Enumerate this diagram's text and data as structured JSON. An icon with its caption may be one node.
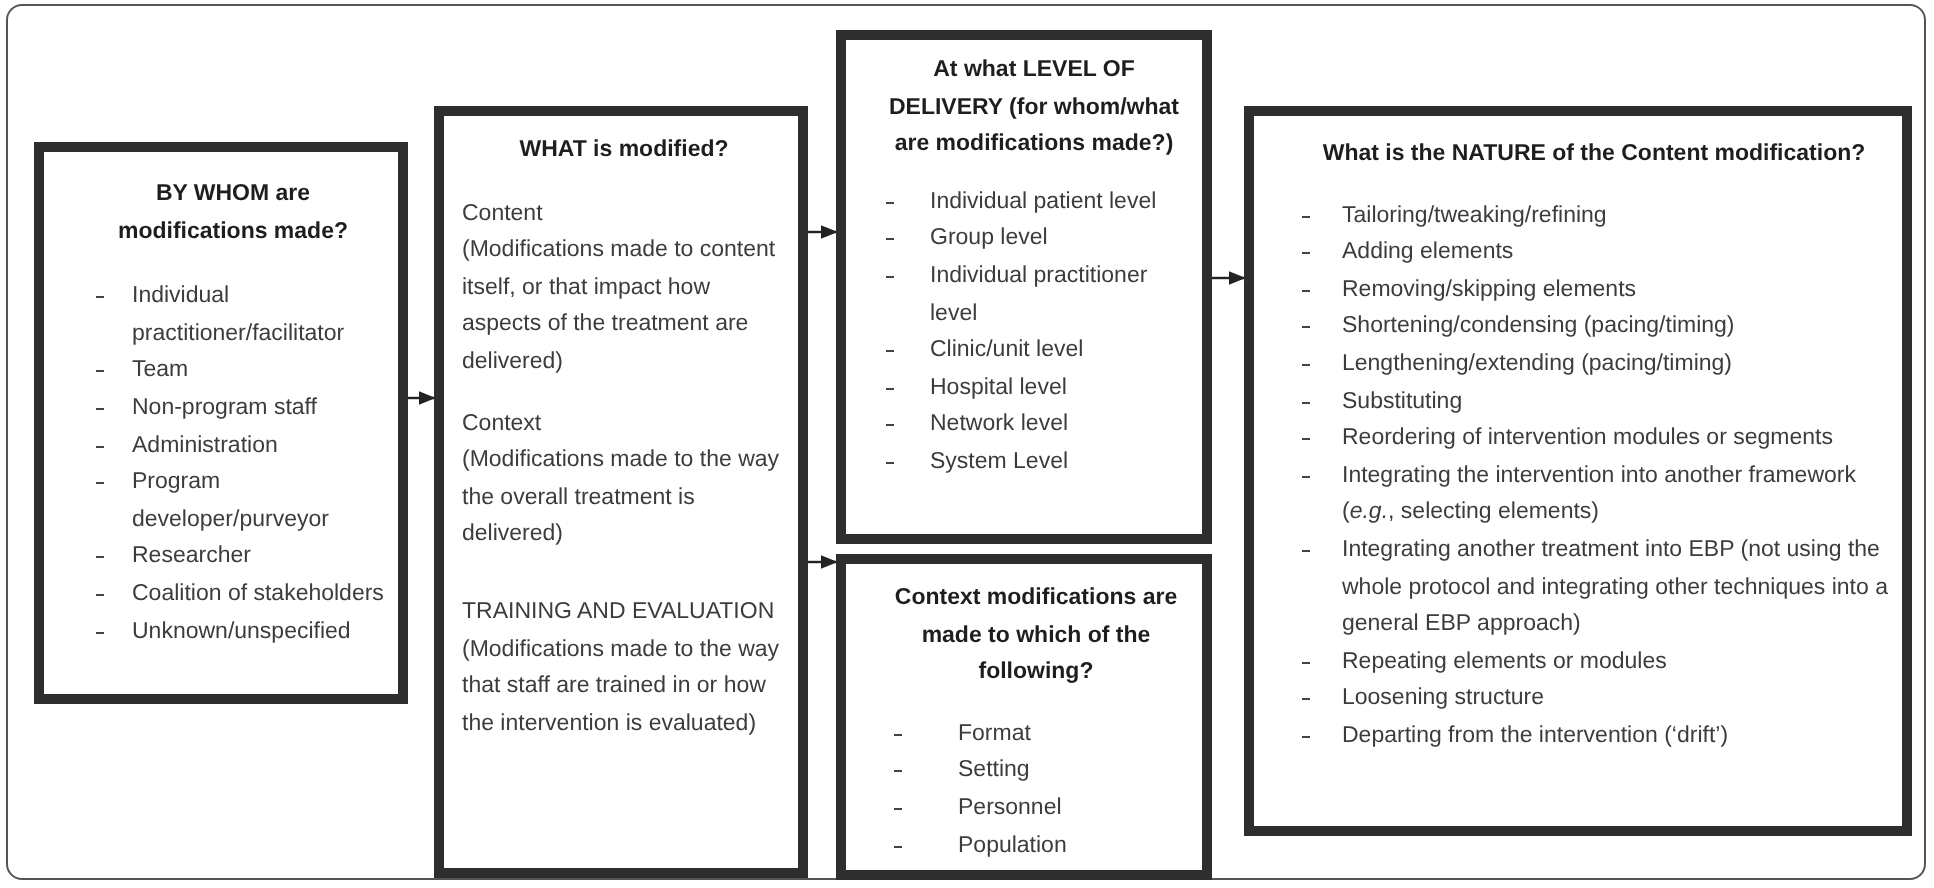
{
  "diagram": {
    "nodes": [
      {
        "text": [
          "BY WHOM are modifications made?",
          "Individual practitioner/facilitator",
          "Team",
          "Non-program staff",
          "Administration",
          "Program developer/purveyor",
          "Researcher",
          "Coalition of stakeholders",
          "Unknown/unspecified"
        ]
      },
      {
        "text": [
          "WHAT is modified?",
          "Content",
          "(Modifications made to content itself, or that impact how aspects of the treatment are delivered)",
          "Context",
          "(Modifications made to the way the overall treatment is delivered)",
          "TRAINING AND EVALUATION",
          "(Modifications made to the way that staff are trained in or how the intervention is evaluated)"
        ]
      },
      {
        "text": [
          "At what LEVEL OF DELIVERY (for whom/what are modifications made?)",
          "Individual patient level",
          "Group level",
          "Individual practitioner level",
          "Clinic/unit level",
          "Hospital level",
          "Network level",
          "System Level"
        ]
      },
      {
        "text": [
          "Context modifications are made to which of the following?",
          "Format",
          "Setting",
          "Personnel",
          "Population"
        ]
      },
      {
        "text": [
          "What is the NATURE of the Content modification?",
          "Tailoring/tweaking/refining",
          "Adding elements",
          "Removing/skipping  elements",
          "Shortening/condensing (pacing/timing)",
          "Lengthening/extending (pacing/timing)",
          "Substituting",
          "Reordering of intervention modules or segments",
          "Integrating the intervention into another framework (*e.g.*, selecting elements)",
          "Integrating another treatment into EBP (not using the whole protocol and integrating other techniques into a general EBP approach)",
          "Repeating elements or modules",
          "Loosening structure",
          "Departing from the intervention (‘drift’)"
        ]
      }
    ],
    "edges": [
      {
        "from": 0,
        "to": 1,
        "arrow": "to"
      },
      {
        "from": 1,
        "to": 2,
        "arrow": "to"
      },
      {
        "from": 1,
        "to": 3,
        "arrow": "to"
      },
      {
        "from": 2,
        "to": 4,
        "arrow": "to"
      }
    ]
  }
}
